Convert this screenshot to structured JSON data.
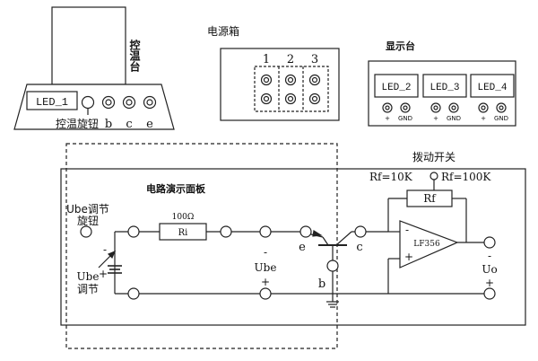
{
  "temp_box": {
    "panel_label": "控温台",
    "led_label": "LED_1",
    "knob_label": "控温旋钮",
    "terminals": [
      "b",
      "c",
      "e"
    ]
  },
  "power_box": {
    "title": "电源箱",
    "channels": [
      "1",
      "2",
      "3"
    ]
  },
  "display": {
    "title": "显示台",
    "leds": [
      {
        "label": "LED_2",
        "plus": "+",
        "gnd": "GND"
      },
      {
        "label": "LED_3",
        "plus": "+",
        "gnd": "GND"
      },
      {
        "label": "LED_4",
        "plus": "+",
        "gnd": "GND"
      }
    ]
  },
  "circuit": {
    "panel_title": "电路演示面板",
    "switch_label": "拨动开关",
    "rf_10k": "Rf=10K",
    "rf_100k": "Rf=100K",
    "rf_label": "Rf",
    "opamp_label": "LF356",
    "opamp_minus": "-",
    "opamp_plus": "+",
    "ri_value": "100Ω",
    "ri_label": "Ri",
    "ube_knob_label_1": "Ube调节",
    "ube_knob_label_2": "旋钮",
    "ube_adj_label_1": "Ube",
    "ube_adj_label_2": "调节",
    "ube_label": "Ube",
    "ube_minus": "-",
    "ube_plus": "+",
    "left_minus": "-",
    "left_plus": "+",
    "e_label": "e",
    "c_label": "c",
    "b_label": "b",
    "uo_label": "Uo",
    "uo_minus": "-",
    "uo_plus": "+"
  }
}
